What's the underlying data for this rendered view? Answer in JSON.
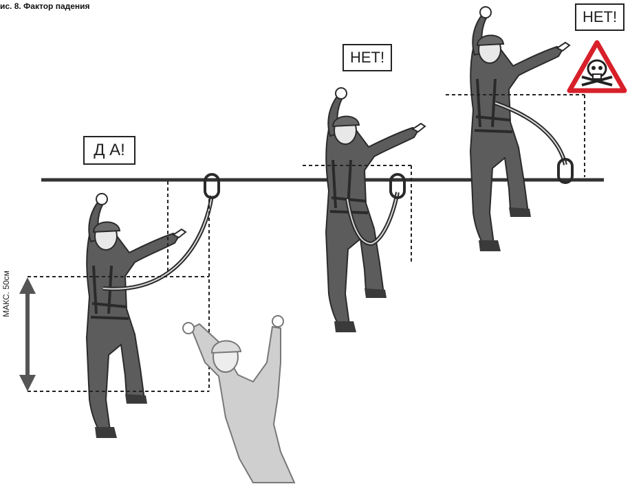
{
  "figure": {
    "caption": "ис. 8. Фактор падения",
    "labels": {
      "yes": "Д А!",
      "no_middle": "НЕТ!",
      "no_right": "НЕТ!",
      "max_height": "МАКС. 50см"
    },
    "colors": {
      "figure_dark": "#5c5c5c",
      "figure_outline": "#2a2a2a",
      "figure_fallen": "#cfcfcf",
      "line": "#333333",
      "warning_red": "#d8202a"
    },
    "icons": [
      "skull-warning-icon",
      "carabiner-icon",
      "double-arrow-icon"
    ]
  }
}
